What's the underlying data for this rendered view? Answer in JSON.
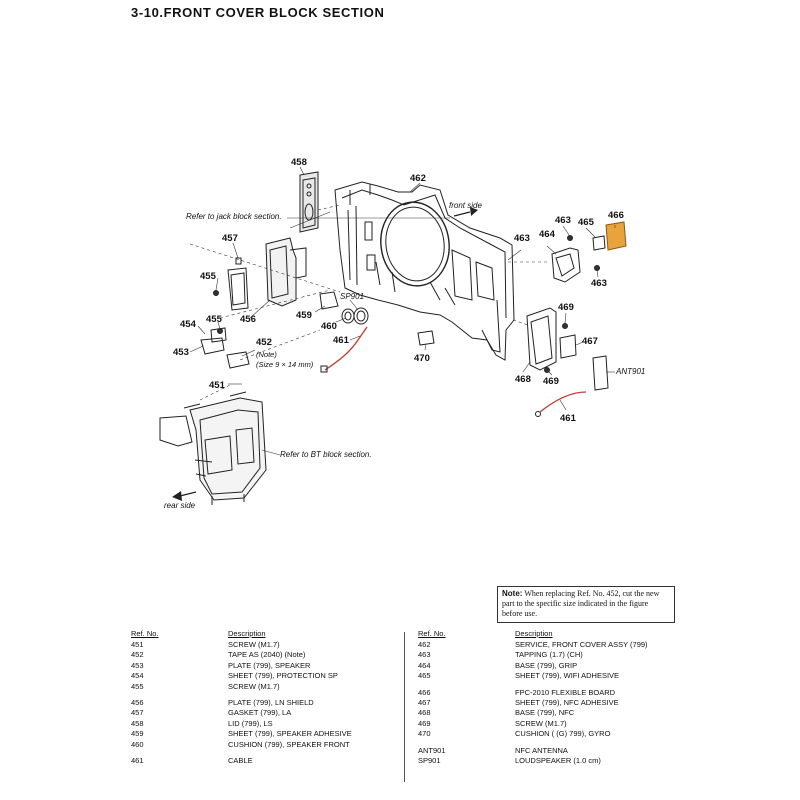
{
  "title": "3-10.FRONT COVER BLOCK SECTION",
  "diagram": {
    "ref_labels": {
      "l458": "458",
      "l462": "462",
      "l457": "457",
      "l455a": "455",
      "l455b": "455",
      "l456": "456",
      "l454": "454",
      "l453": "453",
      "l452": "452",
      "l451": "451",
      "l459": "459",
      "l460": "460",
      "l461a": "461",
      "l461b": "461",
      "l470": "470",
      "l463a": "463",
      "l463b": "463",
      "l463c": "463",
      "l464": "464",
      "l465": "465",
      "l466": "466",
      "l469a": "469",
      "l469b": "469",
      "l467": "467",
      "l468": "468"
    },
    "annotations": {
      "refer_jack": "Refer to jack block section.",
      "refer_bt": "Refer to BT block section.",
      "front_side": "front side",
      "rear_side": "rear side",
      "sp901": "SP901",
      "ant901": "ANT901",
      "note": "(Note)",
      "size": "(Size 9 × 14 mm)"
    },
    "colors": {
      "highlight": "#e8a33c",
      "line": "#222222"
    }
  },
  "note": {
    "label": "Note:",
    "text": "When replacing Ref. No. 452, cut the new part to the specific size indicated in the figure before use."
  },
  "table": {
    "ref_header": "Ref. No.",
    "desc_header": "Description",
    "left": [
      {
        "ref": "451",
        "desc": "SCREW (M1.7)"
      },
      {
        "ref": "452",
        "desc": "TAPE AS (2040) (Note)"
      },
      {
        "ref": "453",
        "desc": "PLATE (799), SPEAKER"
      },
      {
        "ref": "454",
        "desc": "SHEET (799), PROTECTION SP"
      },
      {
        "ref": "455",
        "desc": "SCREW (M1.7)"
      },
      {
        "ref": "456",
        "desc": "PLATE (799), LN SHIELD"
      },
      {
        "ref": "457",
        "desc": "GASKET (799), LA"
      },
      {
        "ref": "458",
        "desc": "LID (799), LS"
      },
      {
        "ref": "459",
        "desc": "SHEET (799), SPEAKER ADHESIVE"
      },
      {
        "ref": "460",
        "desc": "CUSHION (799), SPEAKER FRONT"
      },
      {
        "ref": "461",
        "desc": "CABLE"
      }
    ],
    "right": [
      {
        "ref": "462",
        "desc": "SERVICE, FRONT COVER ASSY (799)"
      },
      {
        "ref": "463",
        "desc": "TAPPING (1.7) (CH)"
      },
      {
        "ref": "464",
        "desc": "BASE (799), GRIP"
      },
      {
        "ref": "465",
        "desc": "SHEET (799), WIFI ADHESIVE"
      },
      {
        "ref": "466",
        "desc": "FPC-2010 FLEXIBLE BOARD"
      },
      {
        "ref": "467",
        "desc": "SHEET (799), NFC ADHESIVE"
      },
      {
        "ref": "468",
        "desc": "BASE (799), NFC"
      },
      {
        "ref": "469",
        "desc": "SCREW (M1.7)"
      },
      {
        "ref": "470",
        "desc": "CUSHION ( (G) 799), GYRO"
      },
      {
        "ref": "ANT901",
        "desc": "NFC ANTENNA"
      },
      {
        "ref": "SP901",
        "desc": "LOUDSPEAKER (1.0 cm)"
      }
    ]
  }
}
